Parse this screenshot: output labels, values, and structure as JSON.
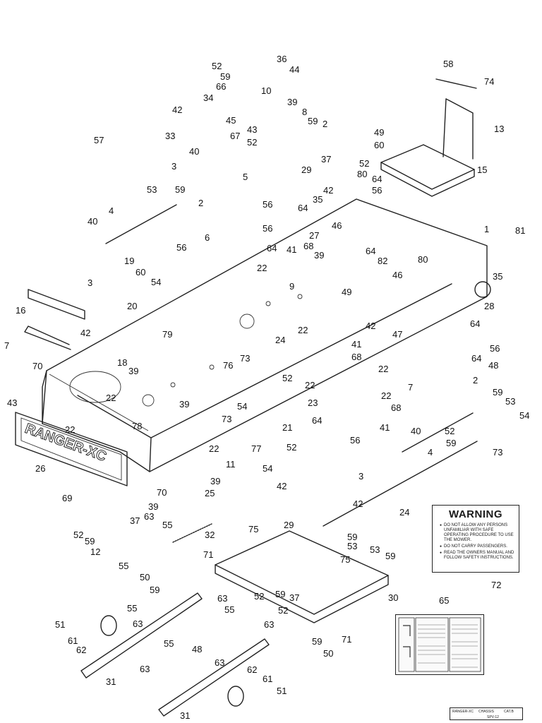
{
  "diagram": {
    "callouts": [
      {
        "id": "c52a",
        "text": "52"
      },
      {
        "id": "c36",
        "text": "36"
      },
      {
        "id": "c44",
        "text": "44"
      },
      {
        "id": "c59a",
        "text": "59"
      },
      {
        "id": "c66",
        "text": "66"
      },
      {
        "id": "c10",
        "text": "10"
      },
      {
        "id": "c34",
        "text": "34"
      },
      {
        "id": "c39a",
        "text": "39"
      },
      {
        "id": "c42a",
        "text": "42"
      },
      {
        "id": "c45",
        "text": "45"
      },
      {
        "id": "c8",
        "text": "8"
      },
      {
        "id": "c43a",
        "text": "43"
      },
      {
        "id": "c59b",
        "text": "59"
      },
      {
        "id": "c2a",
        "text": "2"
      },
      {
        "id": "c33",
        "text": "33"
      },
      {
        "id": "c67",
        "text": "67"
      },
      {
        "id": "c52b",
        "text": "52"
      },
      {
        "id": "c57",
        "text": "57"
      },
      {
        "id": "c40a",
        "text": "40"
      },
      {
        "id": "c3a",
        "text": "3"
      },
      {
        "id": "c5",
        "text": "5"
      },
      {
        "id": "c58",
        "text": "58"
      },
      {
        "id": "c74",
        "text": "74"
      },
      {
        "id": "c13",
        "text": "13"
      },
      {
        "id": "c49a",
        "text": "49"
      },
      {
        "id": "c60a",
        "text": "60"
      },
      {
        "id": "c15",
        "text": "15"
      },
      {
        "id": "c37a",
        "text": "37"
      },
      {
        "id": "c52c",
        "text": "52"
      },
      {
        "id": "c29a",
        "text": "29"
      },
      {
        "id": "c80a",
        "text": "80"
      },
      {
        "id": "c64a",
        "text": "64"
      },
      {
        "id": "c56a",
        "text": "56"
      },
      {
        "id": "c42b",
        "text": "42"
      },
      {
        "id": "c53a",
        "text": "53"
      },
      {
        "id": "c59c",
        "text": "59"
      },
      {
        "id": "c35a",
        "text": "35"
      },
      {
        "id": "c4a",
        "text": "4"
      },
      {
        "id": "c2b",
        "text": "2"
      },
      {
        "id": "c56b",
        "text": "56"
      },
      {
        "id": "c64b",
        "text": "64"
      },
      {
        "id": "c40b",
        "text": "40"
      },
      {
        "id": "c46a",
        "text": "46"
      },
      {
        "id": "c6",
        "text": "6"
      },
      {
        "id": "c1",
        "text": "1"
      },
      {
        "id": "c81",
        "text": "81"
      },
      {
        "id": "c27",
        "text": "27"
      },
      {
        "id": "c56c",
        "text": "56"
      },
      {
        "id": "c64c",
        "text": "64"
      },
      {
        "id": "c68a",
        "text": "68"
      },
      {
        "id": "c41a",
        "text": "41"
      },
      {
        "id": "c39b",
        "text": "39"
      },
      {
        "id": "c64d",
        "text": "64"
      },
      {
        "id": "c19",
        "text": "19"
      },
      {
        "id": "c56d",
        "text": "56"
      },
      {
        "id": "c82",
        "text": "82"
      },
      {
        "id": "c60b",
        "text": "60"
      },
      {
        "id": "c22a",
        "text": "22"
      },
      {
        "id": "c80b",
        "text": "80"
      },
      {
        "id": "c3b",
        "text": "3"
      },
      {
        "id": "c54a",
        "text": "54"
      },
      {
        "id": "c46b",
        "text": "46"
      },
      {
        "id": "c35b",
        "text": "35"
      },
      {
        "id": "c9",
        "text": "9"
      },
      {
        "id": "c49b",
        "text": "49"
      },
      {
        "id": "c20",
        "text": "20"
      },
      {
        "id": "c16",
        "text": "16"
      },
      {
        "id": "c28",
        "text": "28"
      },
      {
        "id": "c22b",
        "text": "22"
      },
      {
        "id": "c64e",
        "text": "64"
      },
      {
        "id": "c42c",
        "text": "42"
      },
      {
        "id": "c47",
        "text": "47"
      },
      {
        "id": "c79",
        "text": "79"
      },
      {
        "id": "c24a",
        "text": "24"
      },
      {
        "id": "c56e",
        "text": "56"
      },
      {
        "id": "c42d",
        "text": "42"
      },
      {
        "id": "c7a",
        "text": "7"
      },
      {
        "id": "c41b",
        "text": "41"
      },
      {
        "id": "c68b",
        "text": "68"
      },
      {
        "id": "c64f",
        "text": "64"
      },
      {
        "id": "c48a",
        "text": "48"
      },
      {
        "id": "c18",
        "text": "18"
      },
      {
        "id": "c39c",
        "text": "39"
      },
      {
        "id": "c73a",
        "text": "73"
      },
      {
        "id": "c76",
        "text": "76"
      },
      {
        "id": "c70a",
        "text": "70"
      },
      {
        "id": "c52d",
        "text": "52"
      },
      {
        "id": "c22c",
        "text": "22"
      },
      {
        "id": "c22d",
        "text": "22"
      },
      {
        "id": "c7b",
        "text": "7"
      },
      {
        "id": "c2c",
        "text": "2"
      },
      {
        "id": "c23",
        "text": "23"
      },
      {
        "id": "c22e",
        "text": "22"
      },
      {
        "id": "c43b",
        "text": "43"
      },
      {
        "id": "c22f",
        "text": "22"
      },
      {
        "id": "c39d",
        "text": "39"
      },
      {
        "id": "c54b",
        "text": "54"
      },
      {
        "id": "c68c",
        "text": "68"
      },
      {
        "id": "c59d",
        "text": "59"
      },
      {
        "id": "c53b",
        "text": "53"
      },
      {
        "id": "c64g",
        "text": "64"
      },
      {
        "id": "c73b",
        "text": "73"
      },
      {
        "id": "c21",
        "text": "21"
      },
      {
        "id": "c41c",
        "text": "41"
      },
      {
        "id": "c54c",
        "text": "54"
      },
      {
        "id": "c22g",
        "text": "22"
      },
      {
        "id": "c78",
        "text": "78"
      },
      {
        "id": "c56f",
        "text": "56"
      },
      {
        "id": "c40c",
        "text": "40"
      },
      {
        "id": "c52e",
        "text": "52"
      },
      {
        "id": "c77",
        "text": "77"
      },
      {
        "id": "c52f",
        "text": "52"
      },
      {
        "id": "c59e",
        "text": "59"
      },
      {
        "id": "c73c",
        "text": "73"
      },
      {
        "id": "c22h",
        "text": "22"
      },
      {
        "id": "c11",
        "text": "11"
      },
      {
        "id": "c4b",
        "text": "4"
      },
      {
        "id": "c26",
        "text": "26"
      },
      {
        "id": "c54d",
        "text": "54"
      },
      {
        "id": "c3c",
        "text": "3"
      },
      {
        "id": "c39e",
        "text": "39"
      },
      {
        "id": "c70b",
        "text": "70"
      },
      {
        "id": "c25",
        "text": "25"
      },
      {
        "id": "c69",
        "text": "69"
      },
      {
        "id": "c42e",
        "text": "42"
      },
      {
        "id": "c39f",
        "text": "39"
      },
      {
        "id": "c42f",
        "text": "42"
      },
      {
        "id": "c24b",
        "text": "24"
      },
      {
        "id": "c37b",
        "text": "37"
      },
      {
        "id": "c63a",
        "text": "63"
      },
      {
        "id": "c55a",
        "text": "55"
      },
      {
        "id": "c29b",
        "text": "29"
      },
      {
        "id": "c52g",
        "text": "52"
      },
      {
        "id": "c32",
        "text": "32"
      },
      {
        "id": "c75a",
        "text": "75"
      },
      {
        "id": "c59f",
        "text": "59"
      },
      {
        "id": "c59g",
        "text": "59"
      },
      {
        "id": "c12",
        "text": "12"
      },
      {
        "id": "c53c",
        "text": "53"
      },
      {
        "id": "c55b",
        "text": "55"
      },
      {
        "id": "c71a",
        "text": "71"
      },
      {
        "id": "c53d",
        "text": "53"
      },
      {
        "id": "c59h",
        "text": "59"
      },
      {
        "id": "c75b",
        "text": "75"
      },
      {
        "id": "c50a",
        "text": "50"
      },
      {
        "id": "c72",
        "text": "72"
      },
      {
        "id": "c59i",
        "text": "59"
      },
      {
        "id": "c52h",
        "text": "52"
      },
      {
        "id": "c59j",
        "text": "59"
      },
      {
        "id": "c63b",
        "text": "63"
      },
      {
        "id": "c30",
        "text": "30"
      },
      {
        "id": "c37c",
        "text": "37"
      },
      {
        "id": "c55c",
        "text": "55"
      },
      {
        "id": "c52i",
        "text": "52"
      },
      {
        "id": "c65",
        "text": "65"
      },
      {
        "id": "c51a",
        "text": "51"
      },
      {
        "id": "c63c",
        "text": "63"
      },
      {
        "id": "c55d",
        "text": "55"
      },
      {
        "id": "c63d",
        "text": "63"
      },
      {
        "id": "c61a",
        "text": "61"
      },
      {
        "id": "c48b",
        "text": "48"
      },
      {
        "id": "c71b",
        "text": "71"
      },
      {
        "id": "c62a",
        "text": "62"
      },
      {
        "id": "c55e",
        "text": "55"
      },
      {
        "id": "c59k",
        "text": "59"
      },
      {
        "id": "c50b",
        "text": "50"
      },
      {
        "id": "c63e",
        "text": "63"
      },
      {
        "id": "c63f",
        "text": "63"
      },
      {
        "id": "c31a",
        "text": "31"
      },
      {
        "id": "c62b",
        "text": "62"
      },
      {
        "id": "c61b",
        "text": "61"
      },
      {
        "id": "c51b",
        "text": "51"
      },
      {
        "id": "c31b",
        "text": "31"
      }
    ],
    "brand_plate_text": "RANGER-XC"
  },
  "warning": {
    "title": "WARNING",
    "lines": [
      "DO NOT ALLOW ANY PERSONS UNFAMILIAR WITH SAFE OPERATING PROCEDURE TO USE THE MOWER.",
      "DO NOT CARRY PASSENGERS.",
      "READ THE OWNERS MANUAL AND FOLLOW SAFETY INSTRUCTIONS."
    ]
  },
  "footer": {
    "model": "RANGER-XC",
    "section": "CHASSIS",
    "sheet": "CAT.B",
    "page": "SPV-12"
  },
  "colors": {
    "ink": "#222222",
    "paper": "#ffffff"
  }
}
